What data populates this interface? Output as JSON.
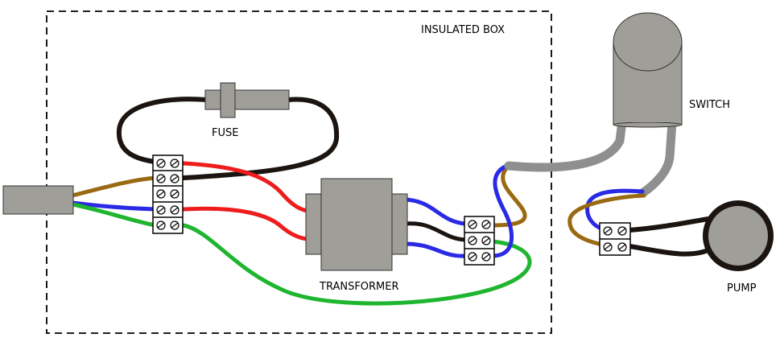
{
  "labels": {
    "insulated_box": "INSULATED BOX",
    "fuse": "FUSE",
    "transformer": "TRANSFORMER",
    "switch": "SWITCH",
    "pump": "PUMP"
  },
  "colors": {
    "component_gray": "#a09e99",
    "wire_black": "#1b1410",
    "wire_brown": "#9a6a12",
    "wire_red": "#ee1c1c",
    "wire_blue": "#2a2ae6",
    "wire_green": "#1fb52f",
    "cable_gray": "#8f8f8f"
  }
}
